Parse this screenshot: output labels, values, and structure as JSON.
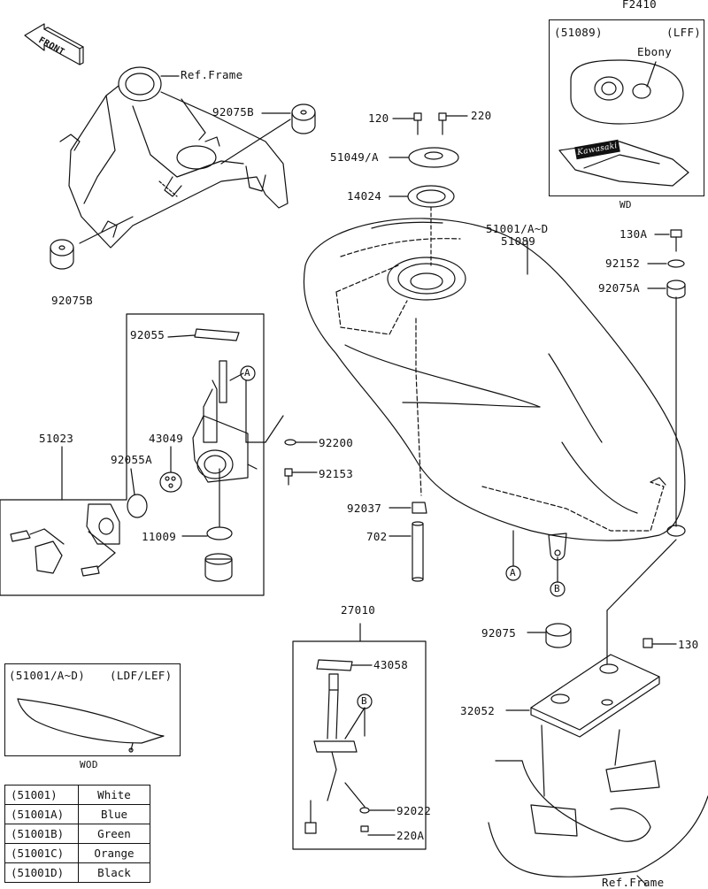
{
  "figure_code": "F2410",
  "front_label": "FRONT",
  "labels": {
    "ref_frame_top": "Ref.Frame",
    "ref_frame_bottom": "Ref.Frame",
    "p92075B_a": "92075B",
    "p92075B_b": "92075B",
    "p120": "120",
    "p220": "220",
    "p51049A": "51049/A",
    "p14024": "14024",
    "p51001_line1": "51001/A~D",
    "p51001_line2": "51089",
    "p130A": "130A",
    "p92152": "92152",
    "p92075A": "92075A",
    "p92055": "92055",
    "p51023": "51023",
    "p43049": "43049",
    "p92055A": "92055A",
    "p92200": "92200",
    "p92153": "92153",
    "p11009": "11009",
    "p92037": "92037",
    "p702": "702",
    "p27010": "27010",
    "p43058": "43058",
    "p92022": "92022",
    "p220A": "220A",
    "p92075": "92075",
    "p130": "130",
    "p32052": "32052",
    "callout_A1": "A",
    "callout_A2": "A",
    "callout_B1": "B",
    "callout_B2": "B"
  },
  "inset_lff": {
    "code": "(51089)",
    "variant": "(LFF)",
    "note": "Ebony",
    "badge": "Kawasaki",
    "caption": "WD"
  },
  "inset_ldf": {
    "code": "(51001/A~D)",
    "variant": "(LDF/LEF)",
    "caption": "WOD"
  },
  "color_table": [
    {
      "code": "(51001)",
      "color": "White"
    },
    {
      "code": "(51001A)",
      "color": "Blue"
    },
    {
      "code": "(51001B)",
      "color": "Green"
    },
    {
      "code": "(51001C)",
      "color": "Orange"
    },
    {
      "code": "(51001D)",
      "color": "Black"
    }
  ]
}
